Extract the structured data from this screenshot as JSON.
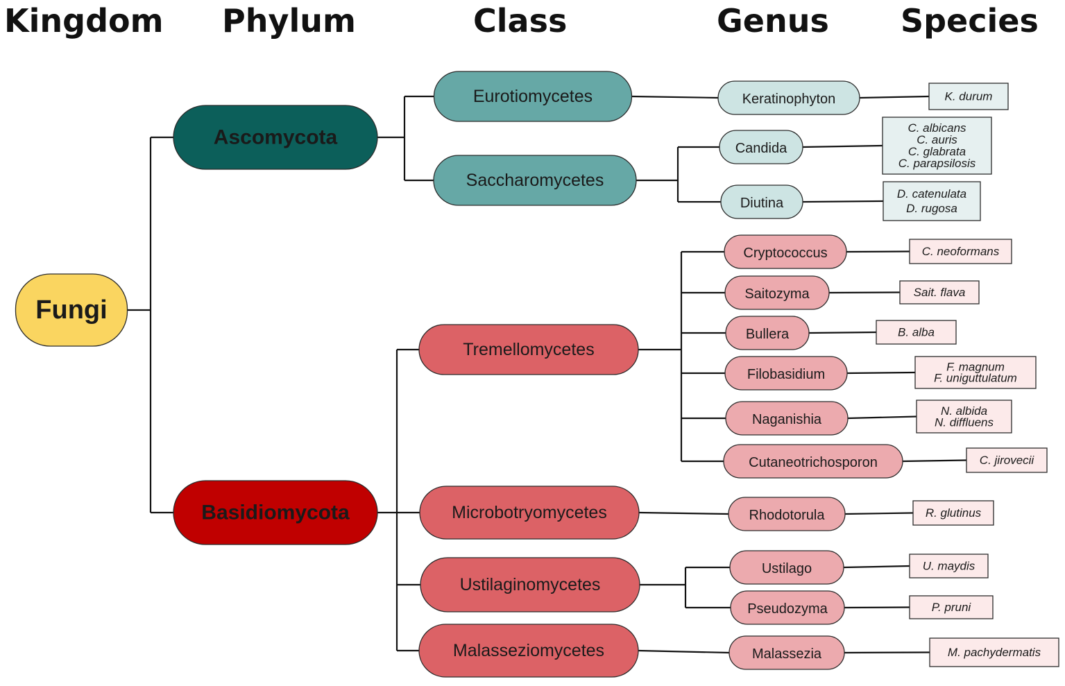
{
  "headers": {
    "kingdom": "Kingdom",
    "phylum": "Phylum",
    "class": "Class",
    "genus": "Genus",
    "species": "Species"
  },
  "colors": {
    "kingdom_fill": "#FAD560",
    "ascomycota_fill": "#0C5F5A",
    "basidiomycota_fill": "#C00000",
    "asco_class_fill": "#66A8A6",
    "asco_genus_fill": "#CDE4E3",
    "asco_species_fill": "#E6F0F0",
    "basidio_class_fill": "#DC6266",
    "basidio_genus_fill": "#ECAAAE",
    "basidio_species_fill": "#FCEAEA"
  },
  "kingdom": {
    "label": "Fungi"
  },
  "phyla": {
    "ascomycota": {
      "label": "Ascomycota",
      "classes": [
        {
          "label": "Eurotiomycetes",
          "genera": [
            {
              "label": "Keratinophyton",
              "species": [
                "K. durum"
              ]
            }
          ]
        },
        {
          "label": "Saccharomycetes",
          "genera": [
            {
              "label": "Candida",
              "species": [
                "C. albicans",
                "C. auris",
                "C. glabrata",
                "C. parapsilosis"
              ]
            },
            {
              "label": "Diutina",
              "species": [
                "D. catenulata",
                "D. rugosa"
              ]
            }
          ]
        }
      ]
    },
    "basidiomycota": {
      "label": "Basidiomycota",
      "classes": [
        {
          "label": "Tremellomycetes",
          "genera": [
            {
              "label": "Cryptococcus",
              "species": [
                "C. neoformans"
              ]
            },
            {
              "label": "Saitozyma",
              "species": [
                "Sait. flava"
              ]
            },
            {
              "label": "Bullera",
              "species": [
                "B. alba"
              ]
            },
            {
              "label": "Filobasidium",
              "species": [
                "F. magnum",
                "F. uniguttulatum"
              ]
            },
            {
              "label": "Naganishia",
              "species": [
                "N. albida",
                "N. diffluens"
              ]
            },
            {
              "label": "Cutaneotrichosporon",
              "species": [
                "C. jirovecii"
              ]
            }
          ]
        },
        {
          "label": "Microbotryomycetes",
          "genera": [
            {
              "label": "Rhodotorula",
              "species": [
                "R. glutinus"
              ]
            }
          ]
        },
        {
          "label": "Ustilaginomycetes",
          "genera": [
            {
              "label": "Ustilago",
              "species": [
                "U. maydis"
              ]
            },
            {
              "label": "Pseudozyma",
              "species": [
                "P. pruni"
              ]
            }
          ]
        },
        {
          "label": "Malasseziomycetes",
          "genera": [
            {
              "label": "Malassezia",
              "species": [
                "M. pachydermatis"
              ]
            }
          ]
        }
      ]
    }
  }
}
